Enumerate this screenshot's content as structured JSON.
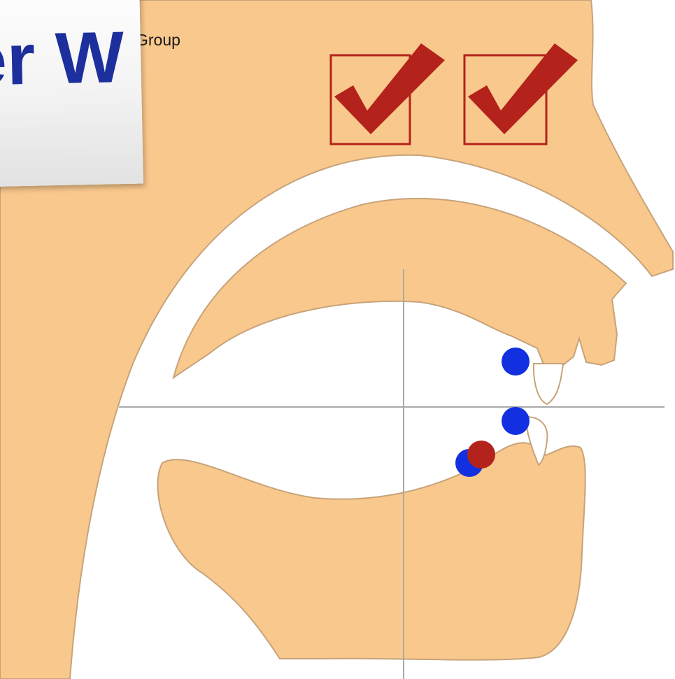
{
  "title_card": {
    "text": "er W"
  },
  "group_label": "Group",
  "checkboxes": [
    {
      "name": "checkbox-1",
      "checked": true
    },
    {
      "name": "checkbox-2",
      "checked": true
    }
  ],
  "colors": {
    "background": "#ffffff",
    "head_fill": "#f9c88c",
    "outline": "#c7a37a",
    "guide_lines": "#a9a9a9",
    "checkbox": "#b3231b",
    "marker_blue": "#1230e0",
    "marker_red": "#b3231b",
    "title_text": "#1d2f9c"
  },
  "markers": [
    {
      "name": "upper-lip-marker",
      "color": "blue"
    },
    {
      "name": "lower-lip-marker",
      "color": "blue"
    },
    {
      "name": "tongue-tip-marker-blue",
      "color": "blue"
    },
    {
      "name": "tongue-tip-marker-red",
      "color": "red"
    }
  ]
}
